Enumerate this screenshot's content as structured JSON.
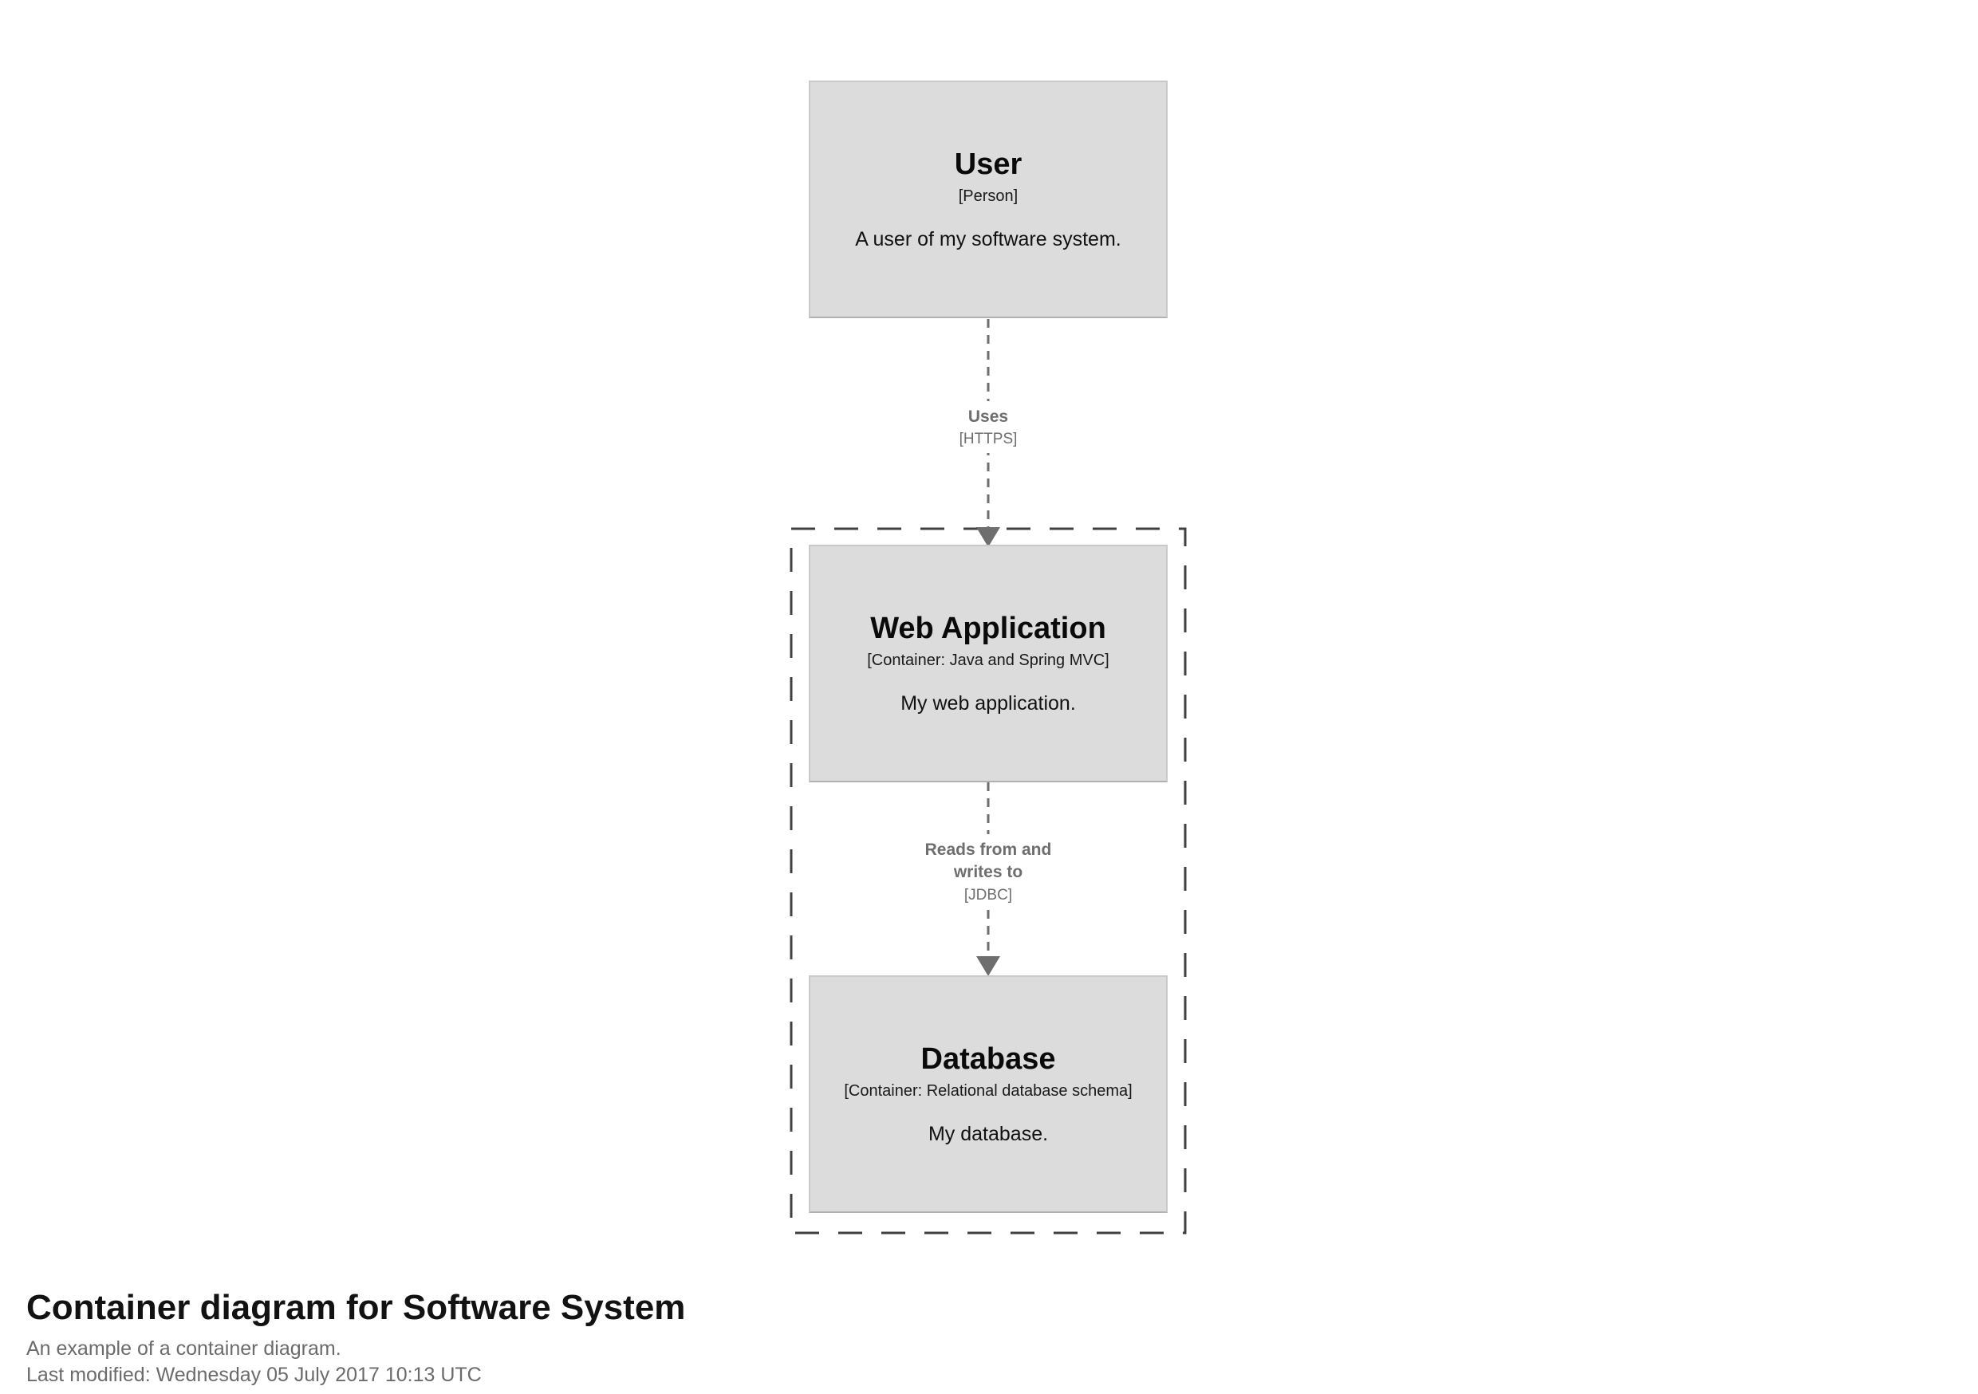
{
  "diagram": {
    "nodes": [
      {
        "title": "User",
        "meta": "[Person]",
        "description": "A user of my software system."
      },
      {
        "title": "Web Application",
        "meta": "[Container: Java and Spring MVC]",
        "description": "My web application."
      },
      {
        "title": "Database",
        "meta": "[Container: Relational database schema]",
        "description": "My database."
      }
    ],
    "relationships": [
      {
        "label": "Uses",
        "technology": "[HTTPS]"
      },
      {
        "label": "Reads from and writes to",
        "technology": "[JDBC]"
      }
    ],
    "colors": {
      "node_fill": "#dcdcdc",
      "node_border": "#c9c9c9",
      "relationship_gray": "#6e6e6e",
      "boundary_gray": "#404040",
      "background": "#ffffff"
    }
  },
  "footer": {
    "title": "Container diagram for Software System",
    "subtitle": "An example of a container diagram.",
    "last_modified": "Last modified: Wednesday 05 July 2017 10:13 UTC"
  }
}
